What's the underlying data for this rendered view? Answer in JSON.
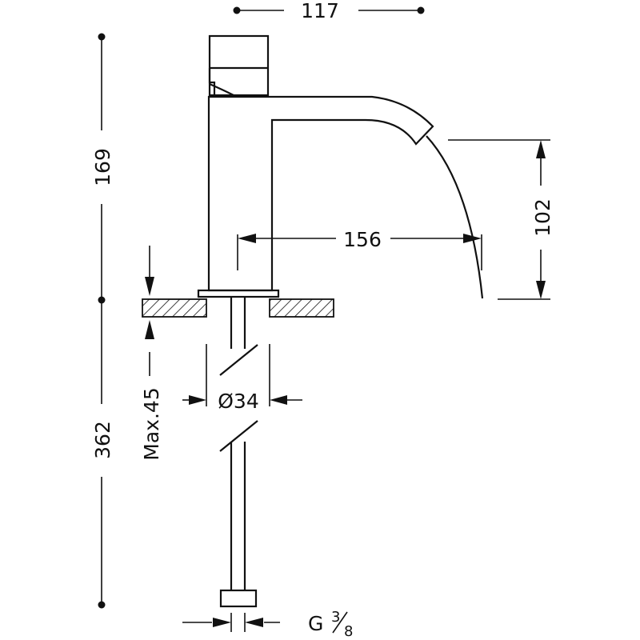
{
  "dimensions": {
    "width_top": "117",
    "height_upper": "169",
    "height_lower": "362",
    "spout_reach": "156",
    "spout_height": "102",
    "max_counter_thickness": "Max.45",
    "hole_diameter": "Ø34",
    "connection_prefix": "G",
    "connection_num": "3",
    "connection_den": "8"
  },
  "colors": {
    "line": "#111111",
    "hatch": "#111111",
    "background": "#ffffff"
  }
}
